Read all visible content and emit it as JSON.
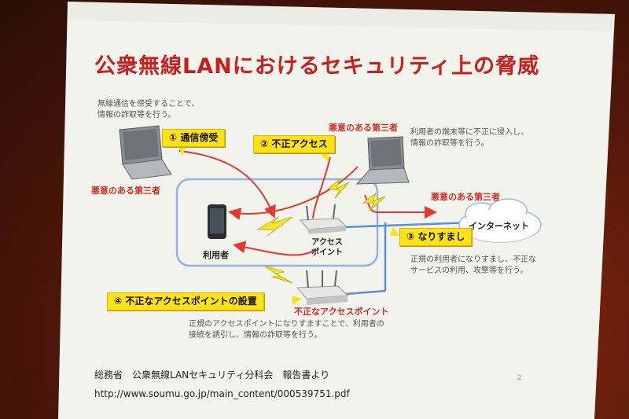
{
  "slide": {
    "title": "公衆無線LANにおけるセキュリティ上の脅威",
    "note_topleft_1": "無線通信を傍受することで、",
    "note_topleft_2": "情報の詐取等を行う。",
    "threat1_label": "① 通信傍受",
    "threat2_label": "② 不正アクセス",
    "threat3_label": "③ なりすまし",
    "threat4_label": "④ 不正なアクセスポイントの設置",
    "malicious_third_party": "悪意のある第三者",
    "note_topright_1": "利用者の端末等に不正に侵入し、",
    "note_topright_2": "情報の詐取等を行う。",
    "internet_label": "インターネット",
    "user_label": "利用者",
    "access_point_label_1": "アクセス",
    "access_point_label_2": "ポイント",
    "note_right_1": "正規の利用者になりすまし、不正な",
    "note_right_2": "サービスの利用、攻撃等を行う。",
    "rogue_ap_label": "不正なアクセスポイント",
    "note_bottom_1": "正規のアクセスポイントになりすますことで、利用者の",
    "note_bottom_2": "接続を誘引し、情報の詐取等を行う。",
    "page_number": "2",
    "source_line": "総務省　公衆無線LANセキュリティ分科会　報告書より",
    "source_url": "http://www.soumu.go.jp/main_content/000539751.pdf"
  },
  "colors": {
    "title_red": "#c8201c",
    "label_red": "#d42a22",
    "callout_yellow": "#ffe21a",
    "network_blue": "#5a8fd0",
    "arrow_red": "#e03a30"
  }
}
